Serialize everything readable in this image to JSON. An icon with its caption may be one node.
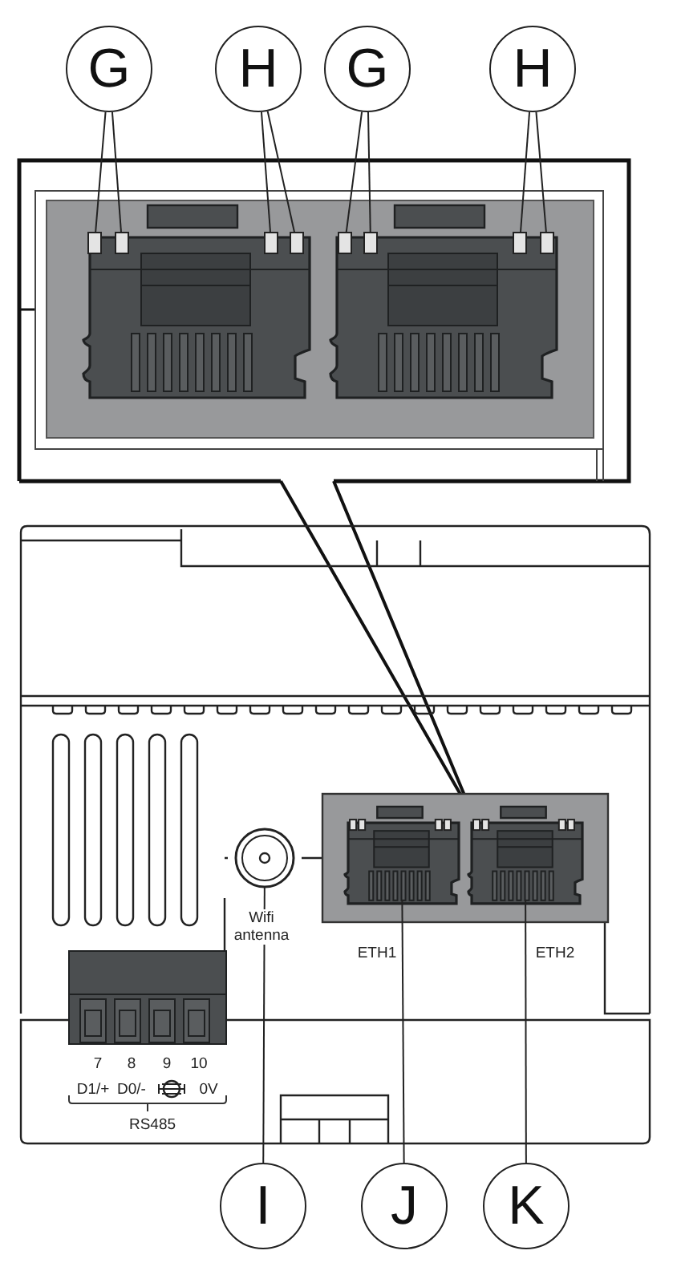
{
  "diagram": {
    "nodes": [
      {
        "text": [
          "G"
        ]
      },
      {
        "text": [
          "H"
        ]
      },
      {
        "text": [
          "G"
        ]
      },
      {
        "text": [
          "H"
        ]
      },
      {
        "text": [],
        "shape": "box"
      },
      {
        "text": [],
        "shape": "box"
      },
      {
        "text": [],
        "shape": "box"
      },
      {
        "text": [],
        "shape": "box"
      },
      {
        "text": [],
        "shape": "box"
      },
      {
        "text": [],
        "shape": "box"
      },
      {
        "text": [],
        "shape": "box"
      },
      {
        "text": [],
        "shape": "box"
      },
      {
        "text": [],
        "shape": "circle"
      },
      {
        "text": [],
        "shape": "box"
      },
      {
        "text": [],
        "shape": "box"
      },
      {
        "text": [
          "I"
        ]
      },
      {
        "text": [
          "J"
        ]
      },
      {
        "text": [
          "K"
        ]
      }
    ],
    "edges": [
      {
        "from": 0,
        "to": 4,
        "arrow": "none"
      },
      {
        "from": 0,
        "to": 5,
        "arrow": "none"
      },
      {
        "from": 1,
        "to": 6,
        "arrow": "none"
      },
      {
        "from": 1,
        "to": 7,
        "arrow": "none"
      },
      {
        "from": 2,
        "to": 8,
        "arrow": "none"
      },
      {
        "from": 2,
        "to": 9,
        "arrow": "none"
      },
      {
        "from": 3,
        "to": 10,
        "arrow": "none"
      },
      {
        "from": 3,
        "to": 11,
        "arrow": "none"
      },
      {
        "from": 15,
        "to": 12,
        "arrow": "none"
      },
      {
        "from": 16,
        "to": 13,
        "arrow": "none"
      },
      {
        "from": 17,
        "to": 14,
        "arrow": "none"
      }
    ],
    "labels": [
      "Wifi antenna",
      "ETH1",
      "ETH2",
      "7",
      "8",
      "9",
      "10",
      "D1/+",
      "D0/-",
      "0V",
      "RS485"
    ]
  }
}
